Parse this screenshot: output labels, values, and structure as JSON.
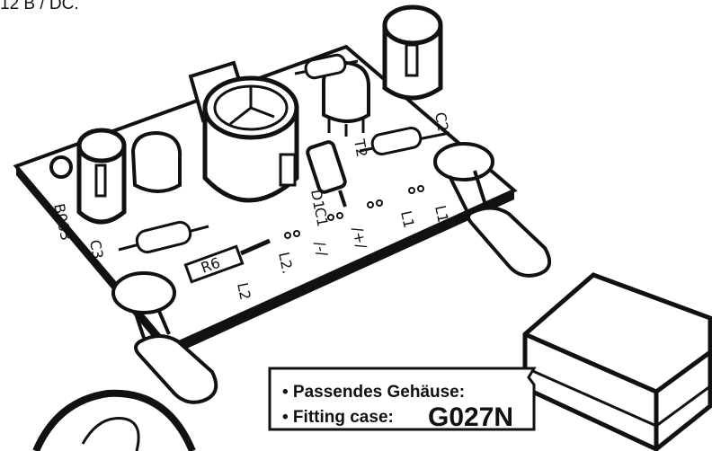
{
  "header": {
    "supply_text": "12 В / DC."
  },
  "pcb_labels": {
    "board_id": "B003",
    "c1": "C1",
    "c2": "C2",
    "c3": "C3",
    "d1": "D1",
    "r6": "R6",
    "t2": "T2",
    "l1_dot": "L1.",
    "l1": "L1",
    "plus": "/+/",
    "minus": "/-/",
    "l2_dot": "L2.",
    "l2": "L2"
  },
  "callout": {
    "line1": "• Passendes Gehäuse:",
    "line2": "• Fitting case:",
    "code": "G027N"
  },
  "colors": {
    "ink": "#111111",
    "paper": "#ffffff",
    "shade": "#e9e9e9"
  }
}
